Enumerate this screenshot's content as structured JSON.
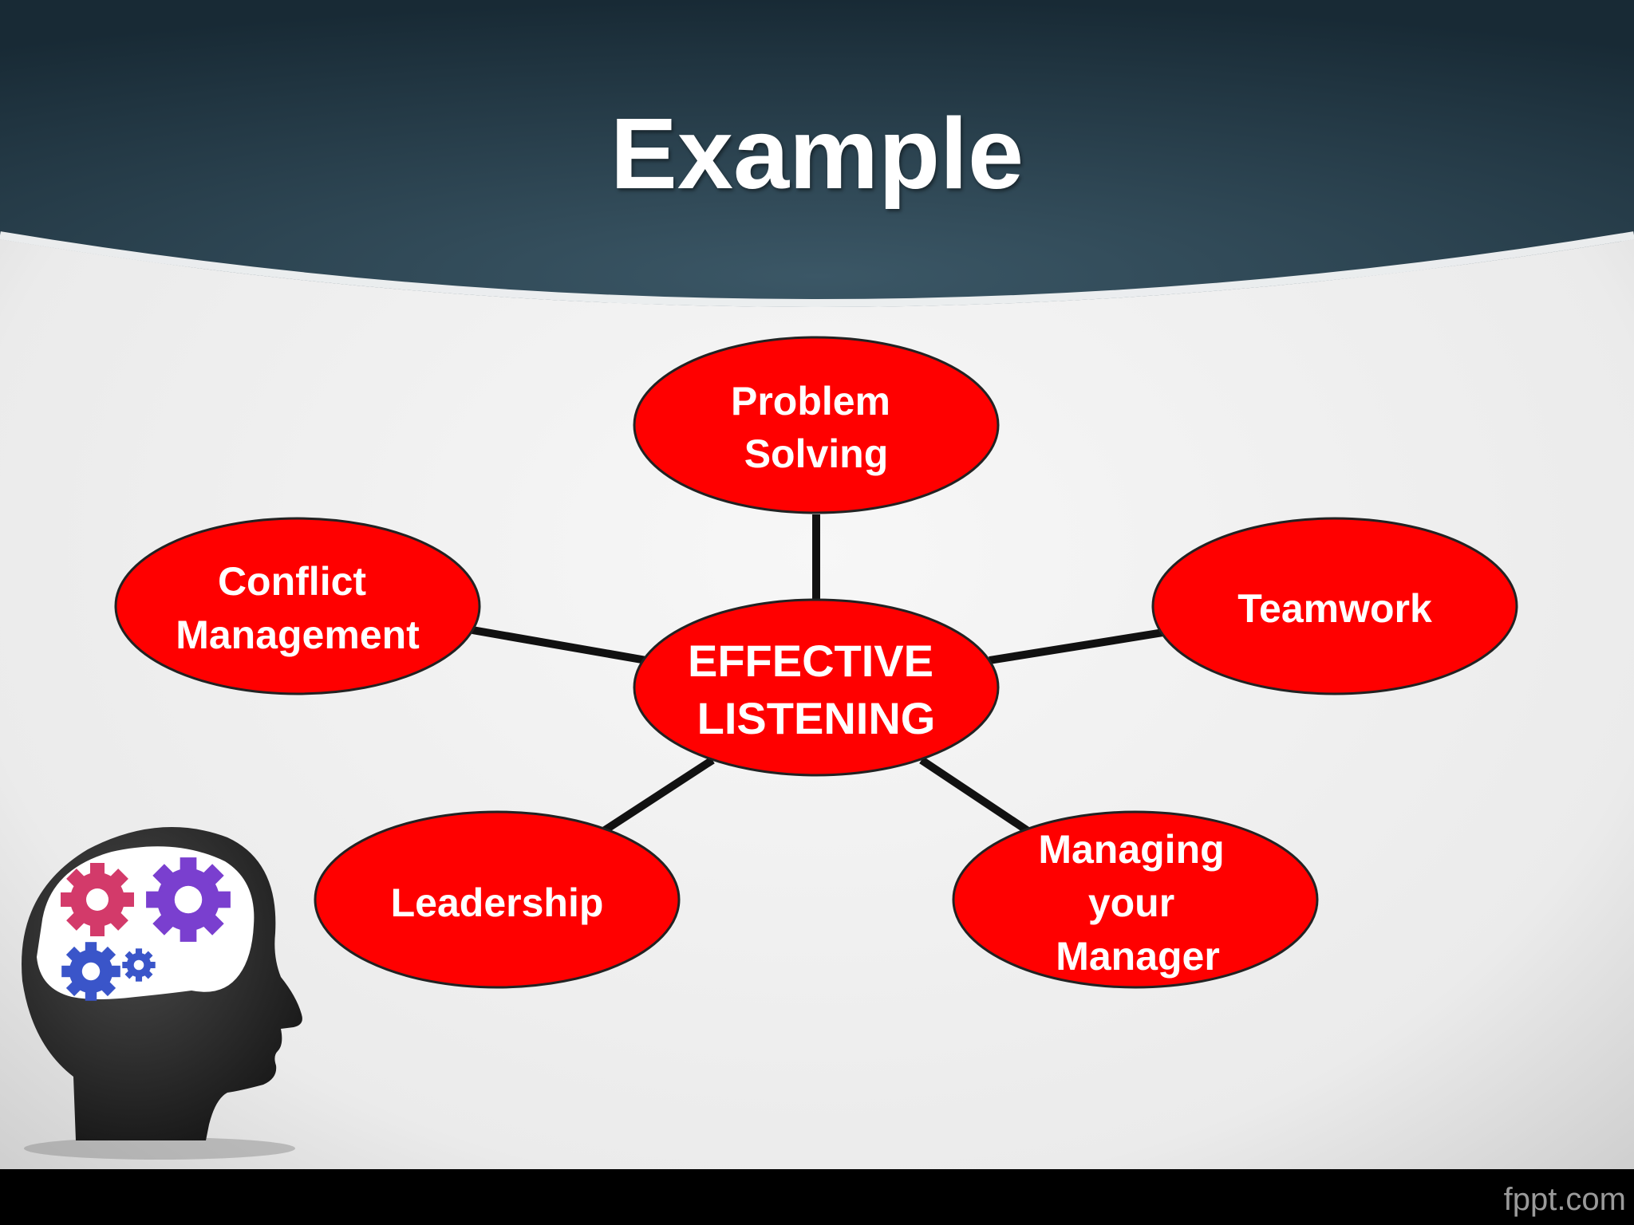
{
  "slide": {
    "title": "Example",
    "watermark": "fppt.com"
  },
  "diagram": {
    "center": {
      "lines": [
        "EFFECTIVE",
        "LISTENING"
      ]
    },
    "nodes": [
      {
        "lines": [
          "Problem",
          "Solving"
        ]
      },
      {
        "lines": [
          "Teamwork"
        ]
      },
      {
        "lines": [
          "Managing",
          "your",
          "Manager"
        ]
      },
      {
        "lines": [
          "Leadership"
        ]
      },
      {
        "lines": [
          "Conflict",
          "Management"
        ]
      }
    ]
  },
  "colors": {
    "header": "#1f3441",
    "node_fill": "#ff0000",
    "connector": "#111111",
    "footer": "#000000"
  },
  "icons": [
    "head-with-gears-icon"
  ]
}
